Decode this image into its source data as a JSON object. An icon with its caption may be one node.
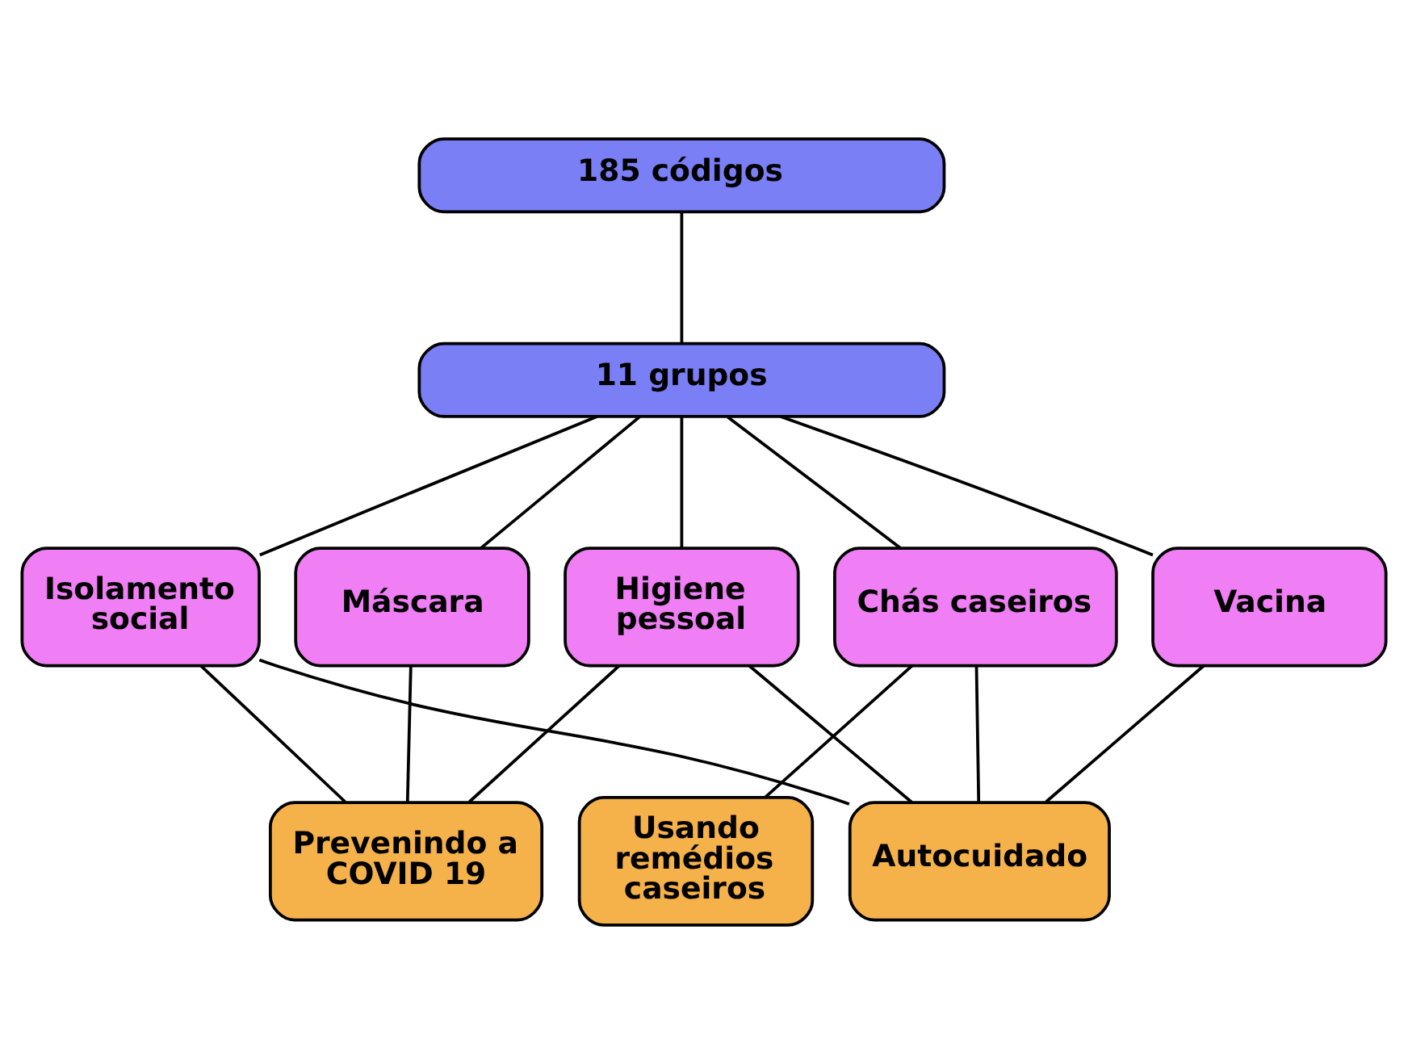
{
  "diagram": {
    "nodes": [
      {
        "text": [
          "185 códigos"
        ]
      },
      {
        "text": [
          "11 grupos"
        ]
      },
      {
        "text": [
          "Isolamento social"
        ]
      },
      {
        "text": [
          "Máscara"
        ]
      },
      {
        "text": [
          "Higiene pessoal"
        ]
      },
      {
        "text": [
          "Chás caseiros"
        ]
      },
      {
        "text": [
          "Vacina"
        ]
      },
      {
        "text": [
          "Prevenindo a COVID 19"
        ]
      },
      {
        "text": [
          "Usando remédios caseiros"
        ]
      },
      {
        "text": [
          "Autocuidado"
        ]
      }
    ],
    "edges": [
      {
        "from": 0,
        "to": 1,
        "arrow": "none"
      },
      {
        "from": 1,
        "to": 2,
        "arrow": "none"
      },
      {
        "from": 1,
        "to": 3,
        "arrow": "none"
      },
      {
        "from": 1,
        "to": 4,
        "arrow": "none"
      },
      {
        "from": 1,
        "to": 5,
        "arrow": "none"
      },
      {
        "from": 1,
        "to": 6,
        "arrow": "none"
      },
      {
        "from": 2,
        "to": 7,
        "arrow": "none"
      },
      {
        "from": 2,
        "to": 9,
        "arrow": "none"
      },
      {
        "from": 3,
        "to": 7,
        "arrow": "none"
      },
      {
        "from": 4,
        "to": 7,
        "arrow": "none"
      },
      {
        "from": 4,
        "to": 9,
        "arrow": "none"
      },
      {
        "from": 5,
        "to": 8,
        "arrow": "none"
      },
      {
        "from": 5,
        "to": 9,
        "arrow": "none"
      },
      {
        "from": 6,
        "to": 9,
        "arrow": "none"
      }
    ]
  }
}
